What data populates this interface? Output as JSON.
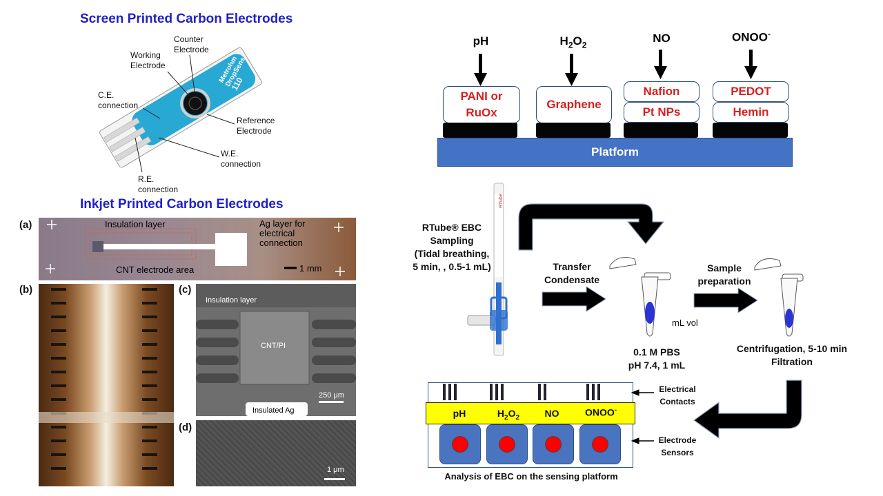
{
  "left": {
    "screen_printed": {
      "title": "Screen Printed Carbon Electrodes",
      "labels": {
        "counter": [
          "Counter",
          "Electrode"
        ],
        "working": [
          "Working",
          "Electrode"
        ],
        "ce_conn": [
          "C.E.",
          "connection"
        ],
        "reference": [
          "Reference",
          "Electrode"
        ],
        "we_conn": [
          "W.E.",
          "connection"
        ],
        "re_conn": [
          "R.E.",
          "connection"
        ]
      },
      "brand": [
        "Metrohm",
        "DropSens",
        "110"
      ]
    },
    "inkjet": {
      "title": "Inkjet Printed Carbon Electrodes",
      "panel_a": {
        "letter": "(a)",
        "insulation": "Insulation layer",
        "ag": [
          "Ag layer for",
          "electrical",
          "connection"
        ],
        "cnt": "CNT electrode area",
        "scale": "1 mm"
      },
      "panel_b": {
        "letter": "(b)"
      },
      "panel_c": {
        "letter": "(c)",
        "insulation": "Insulation layer",
        "center": "CNT/PI",
        "scale": "250 μm",
        "bottom": "Insulated Ag"
      },
      "panel_d": {
        "letter": "(d)",
        "scale": "1 μm"
      }
    }
  },
  "right": {
    "sensor_stack": {
      "analytes": [
        "pH",
        "H2O2",
        "NO",
        "ONOO-"
      ],
      "coatings": [
        [
          "PANI or",
          "RuOx"
        ],
        [
          "Graphene"
        ],
        [
          "Nafion",
          "Pt NPs"
        ],
        [
          "PEDOT",
          "Hemin"
        ]
      ],
      "platform": "Platform"
    },
    "workflow": {
      "rtube": [
        "RTube® EBC",
        "Sampling",
        "(Tidal breathing,",
        "5 min, , 0.5-1 mL)"
      ],
      "transfer": [
        "Transfer",
        "Condensate"
      ],
      "sample_prep": [
        "Sample",
        "preparation"
      ],
      "mL_vol": "mL vol",
      "pbs": [
        "0.1 M PBS",
        "pH 7.4, 1 mL"
      ],
      "centrifugation": [
        "Centrifugation, 5-10 min",
        "Filtration"
      ],
      "sensor_labels": [
        "pH",
        "H2O2",
        "NO",
        "ONOO-"
      ],
      "electrical_contacts": [
        "Electrical",
        "Contacts"
      ],
      "electrode_sensors": [
        "Electrode",
        "Sensors"
      ],
      "caption": "Analysis of EBC on the sensing platform"
    }
  },
  "colors": {
    "title_blue": "#1f1fc8",
    "platform_blue": "#4472c4",
    "coating_red": "#d42020",
    "yellow_bar": "#ffff00",
    "sensor_blue": "#4a74c0",
    "dot_red": "#ff0000"
  }
}
